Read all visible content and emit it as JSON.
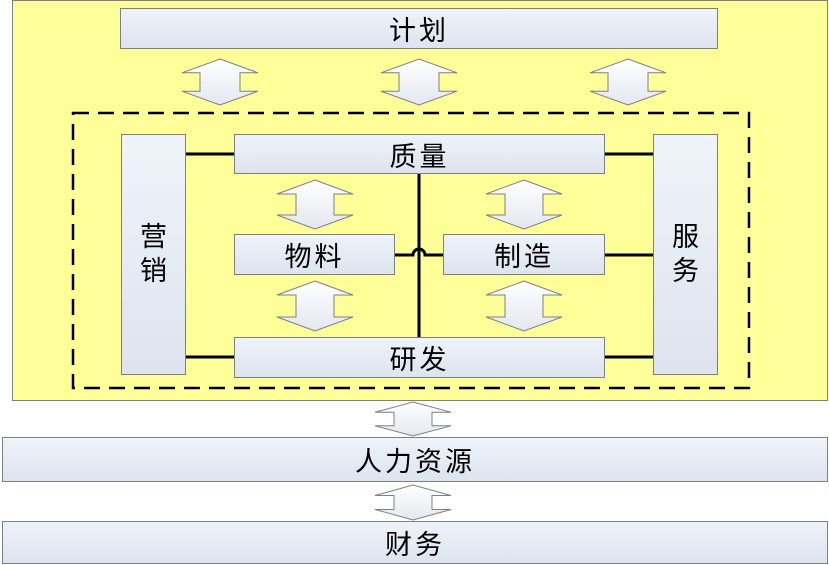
{
  "diagram": {
    "plan": "计划",
    "quality": "质量",
    "materials": "物料",
    "manufacturing": "制造",
    "rnd": "研发",
    "marketing": "营销",
    "service": "服务",
    "hr": "人力资源",
    "finance": "财务"
  },
  "colors": {
    "background": "#ffff99",
    "box_fill": "#e6ebf4",
    "arrow_fill": "#f2f4f8",
    "line": "#000000"
  }
}
